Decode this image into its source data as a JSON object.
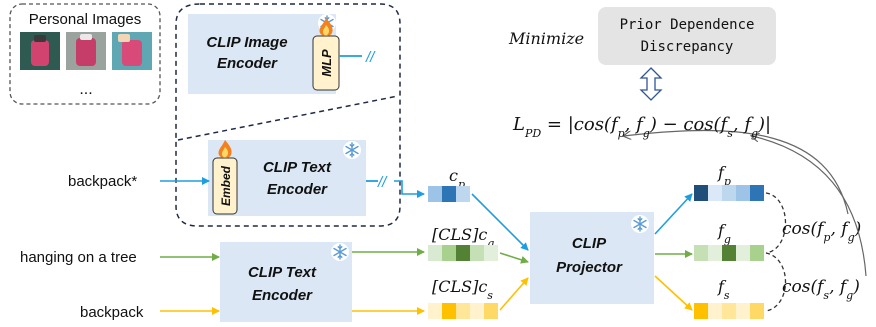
{
  "personal_images": {
    "title": "Personal Images",
    "ellipsis": "..."
  },
  "image_encoder": {
    "line1": "CLIP Image",
    "line2": "Encoder",
    "mlp_label": "MLP"
  },
  "text_encoder_top": {
    "line1": "CLIP Text",
    "line2": "Encoder",
    "embed_label": "Embed"
  },
  "text_encoder_bottom": {
    "line1": "CLIP Text",
    "line2": "Encoder"
  },
  "projector": {
    "line1": "CLIP",
    "line2": "Projector"
  },
  "inputs": {
    "concept_token": "backpack*",
    "context_prompt": "hanging on a tree",
    "class_word": "backpack"
  },
  "embeddings": {
    "cp": "c_p",
    "cls_cg": "[CLS]c_g",
    "cls_cs": "[CLS]c_s"
  },
  "features": {
    "fp": "f_p",
    "fg": "f_g",
    "fs": "f_s"
  },
  "similarities": {
    "sim_pg": "cos(f_p, f_g)",
    "sim_sg": "cos(f_s, f_g)"
  },
  "objective": {
    "minimize_label": "Minimize",
    "box_line1": "Prior Dependence",
    "box_line2": "Discrepancy",
    "loss_lhs": "L_PD",
    "loss_rhs": "= |cos(f_p, f_g) − cos(f_s, f_g)|"
  },
  "colors": {
    "block_fill": "#dbe7f4",
    "blue_arrow": "#1e9ee0",
    "green_arrow": "#70ad47",
    "yellow_arrow": "#ffc000",
    "flame": "#f4811f",
    "mlp_fill": "#fff2cc",
    "objective_box": "#e4e4e4"
  }
}
